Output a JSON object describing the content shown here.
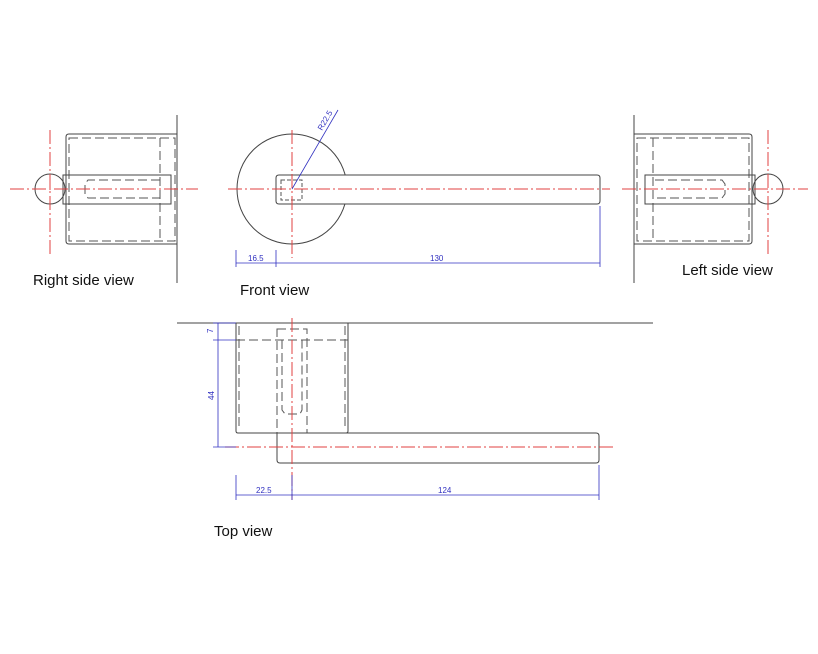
{
  "views": {
    "right_side": "Right side view",
    "front": "Front view",
    "left_side": "Left side view",
    "top": "Top view"
  },
  "dimensions": {
    "radius": "R22.5",
    "front_offset": "16.5",
    "front_length": "130",
    "top_offset": "22.5",
    "top_length": "124",
    "top_small": "7",
    "top_height": "44"
  },
  "colors": {
    "outline": "#444444",
    "centerline": "#e04040",
    "dimension": "#3030c0"
  }
}
